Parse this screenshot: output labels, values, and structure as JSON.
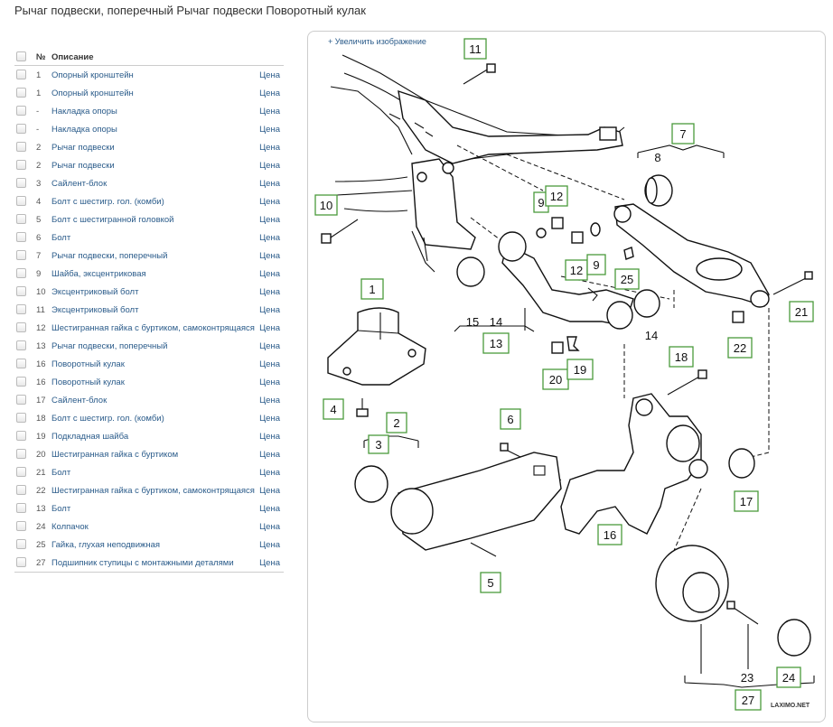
{
  "page": {
    "title": "Рычаг подвески, поперечный Рычаг подвески Поворотный кулак"
  },
  "table": {
    "headers": {
      "num": "№",
      "description": "Описание"
    },
    "price_label": "Цена",
    "rows": [
      {
        "num": "1",
        "desc": "Опорный кронштейн"
      },
      {
        "num": "1",
        "desc": "Опорный кронштейн"
      },
      {
        "num": "-",
        "desc": "Накладка опоры"
      },
      {
        "num": "-",
        "desc": "Накладка опоры"
      },
      {
        "num": "2",
        "desc": "Рычаг подвески"
      },
      {
        "num": "2",
        "desc": "Рычаг подвески"
      },
      {
        "num": "3",
        "desc": "Сайлент-блок"
      },
      {
        "num": "4",
        "desc": "Болт с шестигр. гол. (комби)"
      },
      {
        "num": "5",
        "desc": "Болт с шестигранной головкой"
      },
      {
        "num": "6",
        "desc": "Болт"
      },
      {
        "num": "7",
        "desc": "Рычаг подвески, поперечный"
      },
      {
        "num": "9",
        "desc": "Шайба, эксцентриковая"
      },
      {
        "num": "10",
        "desc": "Эксцентриковый болт"
      },
      {
        "num": "11",
        "desc": "Эксцентриковый болт"
      },
      {
        "num": "12",
        "desc": "Шестигранная гайка с буртиком, самоконтрящаяся"
      },
      {
        "num": "13",
        "desc": "Рычаг подвески, поперечный"
      },
      {
        "num": "16",
        "desc": "Поворотный кулак"
      },
      {
        "num": "16",
        "desc": "Поворотный кулак"
      },
      {
        "num": "17",
        "desc": "Сайлент-блок"
      },
      {
        "num": "18",
        "desc": "Болт с шестигр. гол. (комби)"
      },
      {
        "num": "19",
        "desc": "Подкладная шайба"
      },
      {
        "num": "20",
        "desc": "Шестигранная гайка с буртиком"
      },
      {
        "num": "21",
        "desc": "Болт"
      },
      {
        "num": "22",
        "desc": "Шестигранная гайка с буртиком, самоконтрящаяся"
      },
      {
        "num": "13",
        "desc": "Болт"
      },
      {
        "num": "24",
        "desc": "Колпачок"
      },
      {
        "num": "25",
        "desc": "Гайка, глухая неподвижная"
      },
      {
        "num": "27",
        "desc": "Подшипник ступицы с монтажными деталями"
      }
    ]
  },
  "diagram": {
    "enlarge_link": "+ Увеличить изображение",
    "watermark": "LAXIMO.NET",
    "callouts": [
      "11",
      "10",
      "7",
      "9",
      "12",
      "12",
      "9",
      "25",
      "21",
      "1",
      "13",
      "22",
      "18",
      "4",
      "2",
      "3",
      "6",
      "20",
      "19",
      "17",
      "16",
      "5",
      "24",
      "27"
    ],
    "plain_labels": [
      "8",
      "15",
      "14",
      "14",
      "23"
    ],
    "accent_color": "#4a9a3c"
  }
}
